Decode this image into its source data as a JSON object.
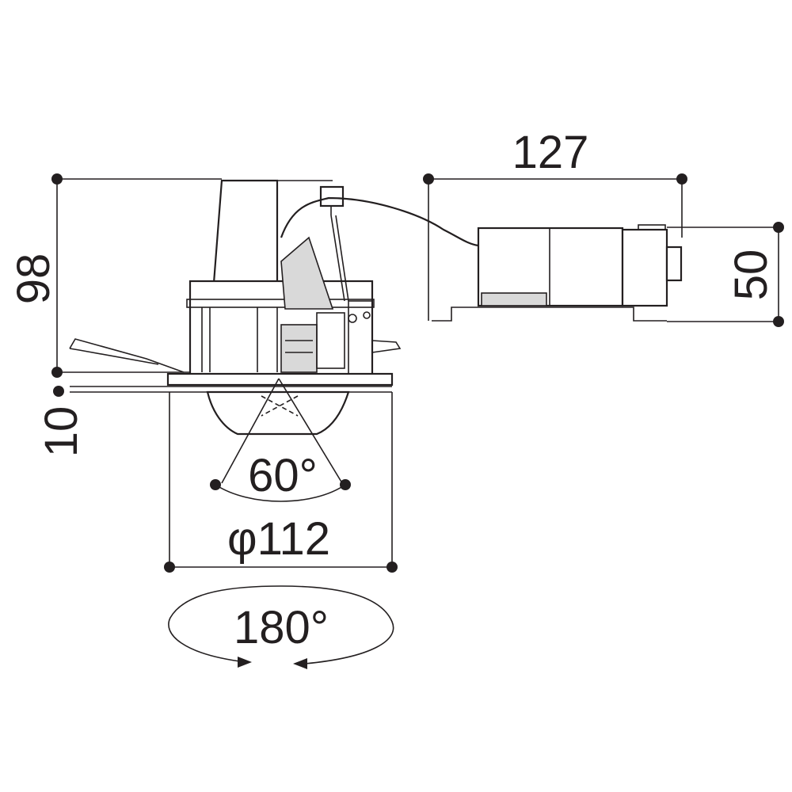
{
  "drawing": {
    "dimensions": {
      "height": "98",
      "recess": "10",
      "box_width": "127",
      "box_height": "50",
      "diameter": "φ112",
      "tilt_angle": "60°",
      "rotation_angle": "180°"
    }
  }
}
